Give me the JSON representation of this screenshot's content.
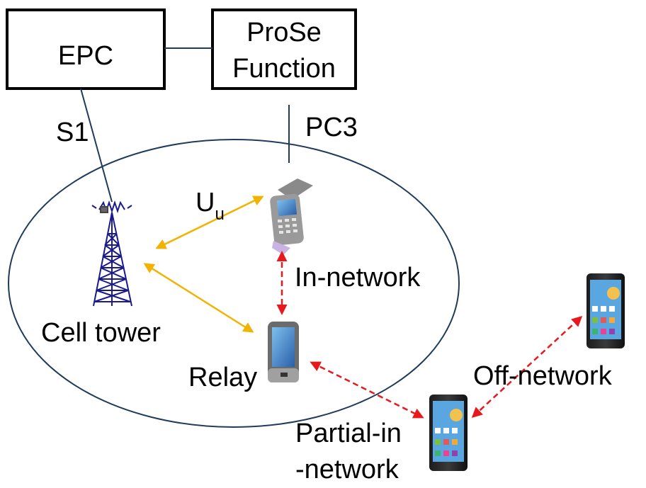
{
  "nodes": {
    "epc": {
      "label": "EPC"
    },
    "prose": {
      "line1": "ProSe",
      "line2": "Function"
    },
    "tower": {
      "label": "Cell tower"
    },
    "relay": {
      "label": "Relay"
    },
    "in_network_label": "In-network",
    "off_network_label": "Off-network",
    "partial": {
      "line1": "Partial-in",
      "line2": "-network"
    }
  },
  "links": {
    "s1": "S1",
    "pc3": "PC3",
    "uu_main": "U",
    "uu_sub": "u"
  },
  "colors": {
    "network_link": "#1f3b5c",
    "uu_arrow": "#f2b300",
    "sidelink_arrow": "#e8191c",
    "tower": "#1a1a8c"
  }
}
